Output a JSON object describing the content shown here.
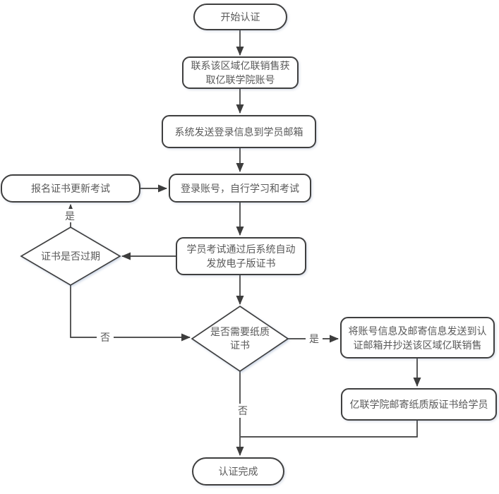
{
  "colors": {
    "line": "#3d3d3d",
    "node_border": "#3f3f3f",
    "node_fill": "#ffffff",
    "text": "#595959",
    "background": "#ffffff"
  },
  "nodes": {
    "start": {
      "type": "terminator",
      "label": "开始认证"
    },
    "contact_sales": {
      "type": "process",
      "label": "联系该区域亿联销售获\n取亿联学院账号"
    },
    "system_email": {
      "type": "process",
      "label": "系统发送登录信息到学员邮箱"
    },
    "login_study": {
      "type": "process",
      "label": "登录账号，自行学习和考试"
    },
    "register_renewal": {
      "type": "terminator",
      "label": "报名证书更新考试"
    },
    "exam_pass": {
      "type": "process",
      "label": "学员考试通过后系统自动\n发放电子版证书"
    },
    "cert_expired": {
      "type": "decision",
      "label": "证书是否过期"
    },
    "need_paper": {
      "type": "decision",
      "label": "是否需要纸质\n证书"
    },
    "send_info": {
      "type": "process",
      "label": "将账号信息及邮寄信息发送到认\n证邮箱并抄送该区域亿联销售"
    },
    "mail_cert": {
      "type": "process",
      "label": "亿联学院邮寄纸质版证书给学员"
    },
    "end": {
      "type": "terminator",
      "label": "认证完成"
    }
  },
  "edge_labels": {
    "expired_yes": "是",
    "expired_no": "否",
    "paper_yes": "是",
    "paper_no": "否"
  },
  "edges": [
    {
      "from": "start",
      "to": "contact_sales",
      "label": ""
    },
    {
      "from": "contact_sales",
      "to": "system_email",
      "label": ""
    },
    {
      "from": "system_email",
      "to": "login_study",
      "label": ""
    },
    {
      "from": "login_study",
      "to": "exam_pass",
      "label": ""
    },
    {
      "from": "exam_pass",
      "to": "cert_expired",
      "label": ""
    },
    {
      "from": "cert_expired",
      "to": "register_renewal",
      "label": "是"
    },
    {
      "from": "register_renewal",
      "to": "login_study",
      "label": ""
    },
    {
      "from": "cert_expired",
      "to": "need_paper",
      "label": "否"
    },
    {
      "from": "exam_pass",
      "to": "need_paper",
      "label": ""
    },
    {
      "from": "need_paper",
      "to": "send_info",
      "label": "是"
    },
    {
      "from": "send_info",
      "to": "mail_cert",
      "label": ""
    },
    {
      "from": "mail_cert",
      "to": "end",
      "label": ""
    },
    {
      "from": "need_paper",
      "to": "end",
      "label": "否"
    }
  ]
}
